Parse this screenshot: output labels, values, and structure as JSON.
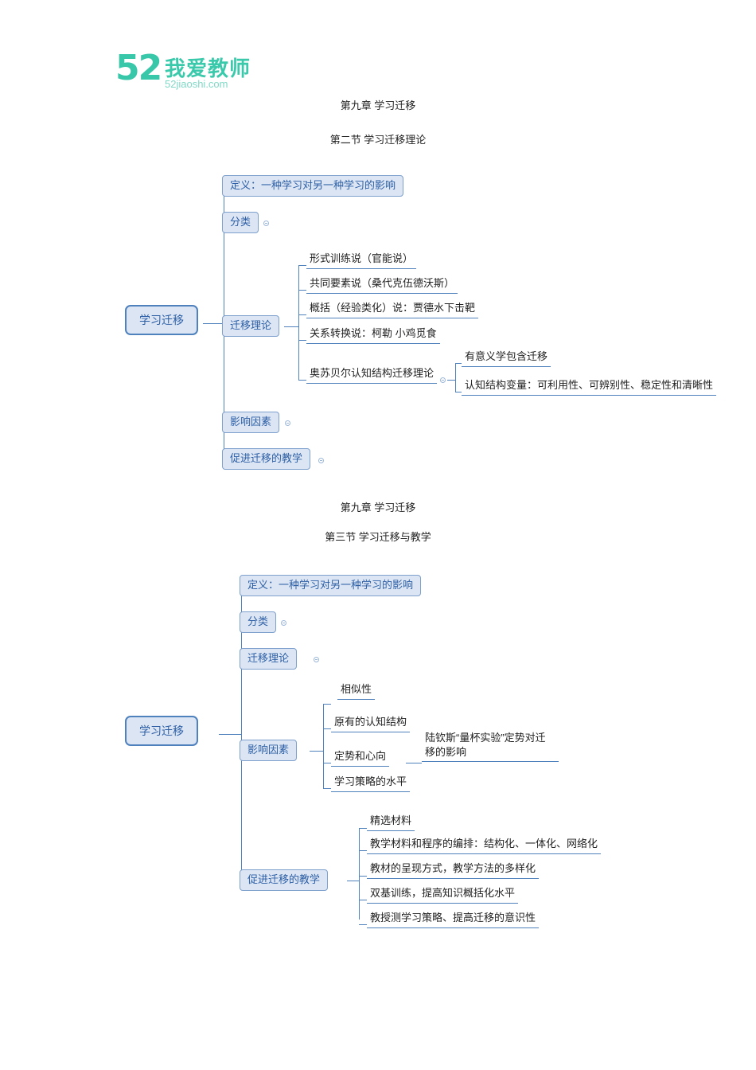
{
  "logo": {
    "mark": "52",
    "title": "我爱教师",
    "subtitle": "52jiaoshi.com",
    "color": "#3ac9aa"
  },
  "section1": {
    "chapter": "第九章 学习迁移",
    "section": "第二节 学习迁移理论",
    "root": "学习迁移",
    "branches": [
      {
        "label": "定义：一种学习对另一种学习的影响",
        "type": "box",
        "has_dot": false
      },
      {
        "label": "分类",
        "type": "box",
        "has_dot": true
      },
      {
        "label": "迁移理论",
        "type": "box",
        "has_dot": false
      },
      {
        "label": "影响因素",
        "type": "box",
        "has_dot": true
      },
      {
        "label": "促进迁移的教学",
        "type": "box",
        "has_dot": true
      }
    ],
    "theory_items": [
      {
        "label": "形式训练说（官能说）",
        "has_dot": false
      },
      {
        "label": "共同要素说（桑代克伍德沃斯）",
        "has_dot": false
      },
      {
        "label": "概括（经验类化）说：贾德水下击靶",
        "has_dot": false
      },
      {
        "label": "关系转换说：柯勒 小鸡觅食",
        "has_dot": false
      },
      {
        "label": "奥苏贝尔认知结构迁移理论",
        "has_dot": true
      }
    ],
    "ausubel_items": [
      {
        "label": "有意义学包含迁移"
      },
      {
        "label": "认知结构变量：可利用性、可辨别性、稳定性和清晰性"
      }
    ]
  },
  "section2": {
    "chapter": "第九章 学习迁移",
    "section": "第三节 学习迁移与教学",
    "root": "学习迁移",
    "branches": [
      {
        "label": "定义：一种学习对另一种学习的影响",
        "type": "box",
        "has_dot": false
      },
      {
        "label": "分类",
        "type": "box",
        "has_dot": true
      },
      {
        "label": "迁移理论",
        "type": "box",
        "has_dot": true
      },
      {
        "label": "影响因素",
        "type": "box",
        "has_dot": false
      },
      {
        "label": "促进迁移的教学",
        "type": "box",
        "has_dot": false
      }
    ],
    "factor_items": [
      {
        "label": "相似性"
      },
      {
        "label": "原有的认知结构"
      },
      {
        "label": "定势和心向"
      },
      {
        "label": "学习策略的水平"
      }
    ],
    "factor_child": "陆钦斯“量杯实验”定势对迁移的影响",
    "teaching_items": [
      {
        "label": "精选材料"
      },
      {
        "label": "教学材料和程序的编排：结构化、一体化、网络化"
      },
      {
        "label": "教材的呈现方式，教学方法的多样化"
      },
      {
        "label": "双基训练，提高知识概括化水平"
      },
      {
        "label": "教授测学习策略、提高迁移的意识性"
      }
    ]
  }
}
